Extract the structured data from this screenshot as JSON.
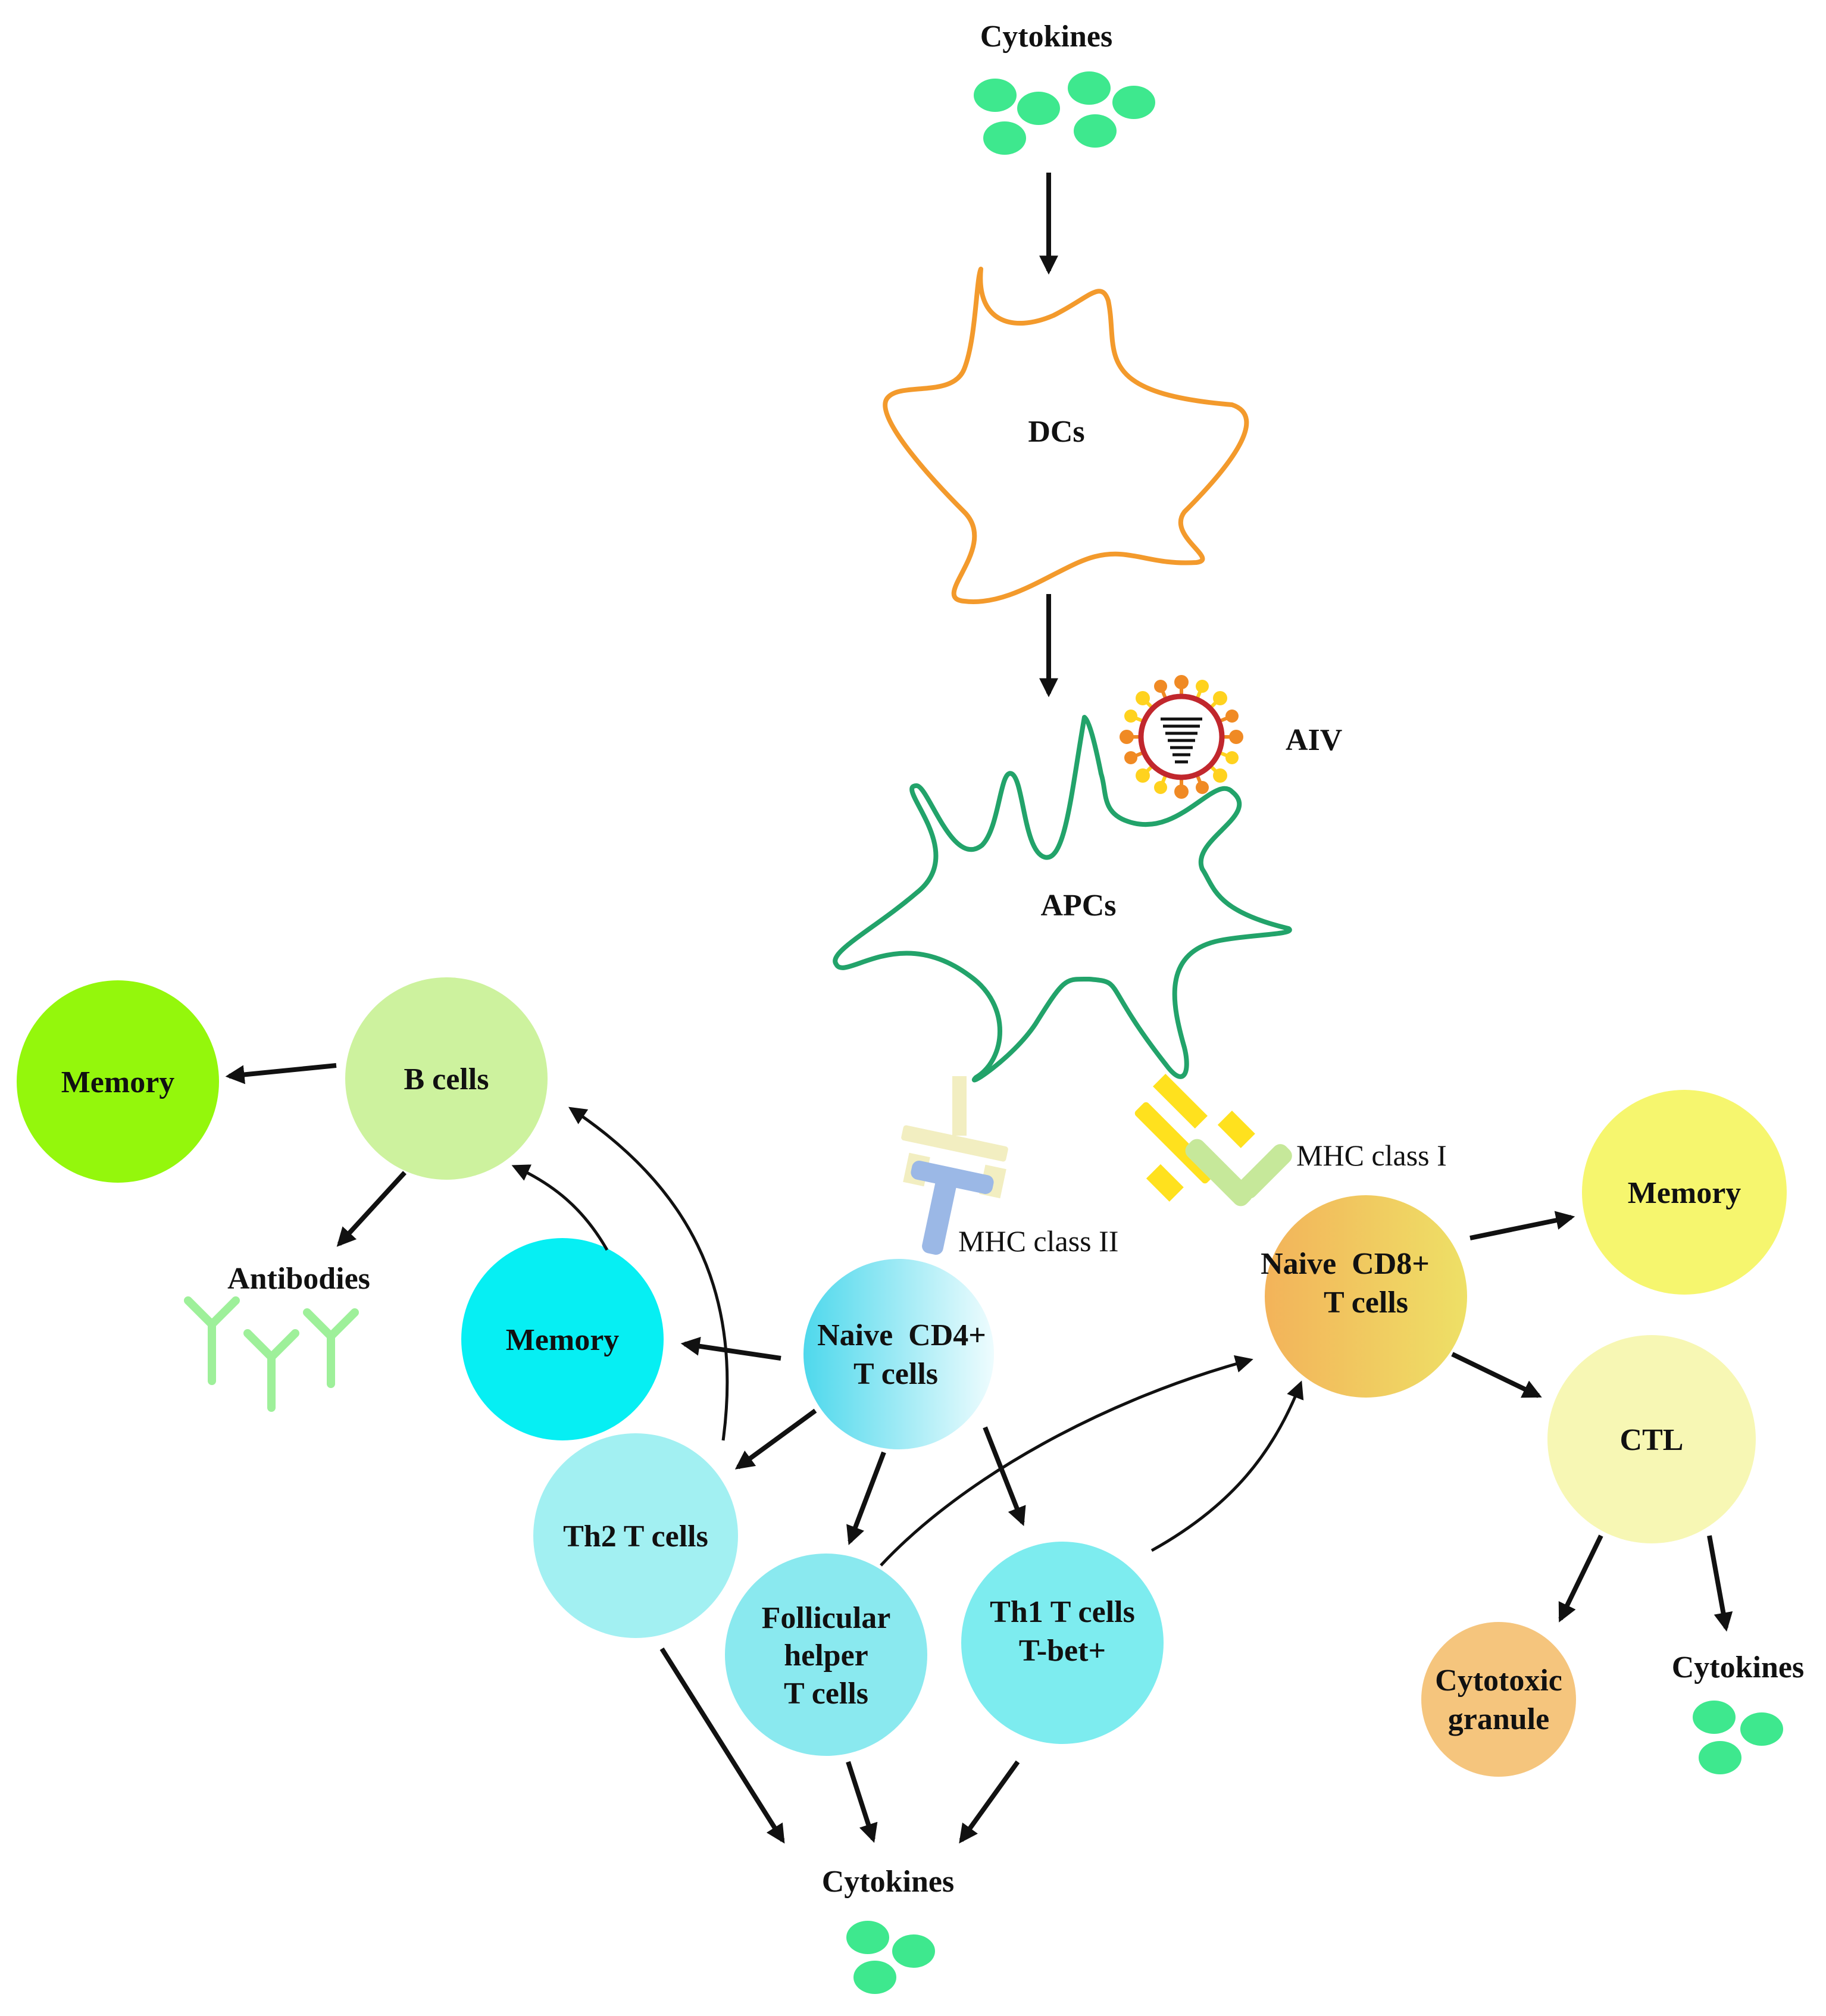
{
  "labels": {
    "cytokines_top": "Cytokines",
    "dcs": "DCs",
    "aiv": "AIV",
    "apcs": "APCs",
    "mhc_class_ii": "MHC class II",
    "mhc_class_i": "MHC class I",
    "memory_b": "Memory",
    "b_cells": "B cells",
    "antibodies": "Antibodies",
    "memory_cd4": "Memory",
    "naive_cd4_line1": "Naive  CD4+",
    "naive_cd4_line2": "T cells",
    "naive_cd8_line1": "Naive  CD8+",
    "naive_cd8_line2": "T cells",
    "memory_cd8": "Memory",
    "ctl": "CTL",
    "th2": "Th2 T cells",
    "tfh_line1": "Follicular",
    "tfh_line2": "helper",
    "tfh_line3": "T cells",
    "th1_line1": "Th1 T cells",
    "th1_line2": "T-bet+",
    "cytotoxic_line1": "Cytotoxic",
    "cytotoxic_line2": "granule",
    "cytokines_ctl": "Cytokines",
    "cytokines_bottom": "Cytokines"
  },
  "colors": {
    "cytokine": "#3ee88e",
    "dc_outline": "#f39a2c",
    "apc_outline": "#22a36a",
    "virus_ring": "#c1272d",
    "virus_spike_orange": "#f08a24",
    "virus_spike_yellow": "#ffd21e",
    "mhc2_receptor": "#f2eec1",
    "mhc2_tcr": "#9bb8e6",
    "mhc1_receptor": "#ffe11e",
    "mhc1_tcr": "#c6e89a",
    "memory_b": "#94f70c",
    "b_cells": "#cdf29e",
    "antibodies": "#9ef09a",
    "memory_cd4": "#06eff3",
    "naive_cd4": "#4ed8ec",
    "th2": "#a2f0f2",
    "tfh": "#8ae9ef",
    "th1": "#7decef",
    "naive_cd8_start": "#f3b35a",
    "naive_cd8_end": "#eee066",
    "memory_cd8": "#f6f66e",
    "ctl": "#f7f7b4",
    "cytotoxic": "#f5c57d"
  }
}
